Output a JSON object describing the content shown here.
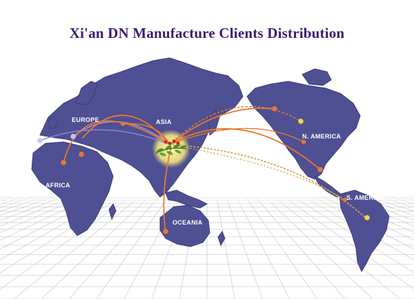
{
  "title": "Xi'an DN Manufacture Clients Distribution",
  "colors": {
    "land": "#4f4f93",
    "land_edge": "#3d3c7a",
    "route": "#e8792e",
    "route_dotted": "#d8a24a",
    "hub_glow": "#f4ea8c",
    "grid": "#c9c9c9"
  },
  "regions": [
    {
      "key": "europe",
      "label": "EUROPE"
    },
    {
      "key": "asia",
      "label": "ASIA"
    },
    {
      "key": "africa",
      "label": "AFRICA"
    },
    {
      "key": "north_america",
      "label": "N. AMERICA"
    },
    {
      "key": "south_america",
      "label": "S. AMERICA"
    },
    {
      "key": "oceania",
      "label": "OCEANIA"
    }
  ],
  "hub": {
    "icon": "olive-branch-icon"
  }
}
